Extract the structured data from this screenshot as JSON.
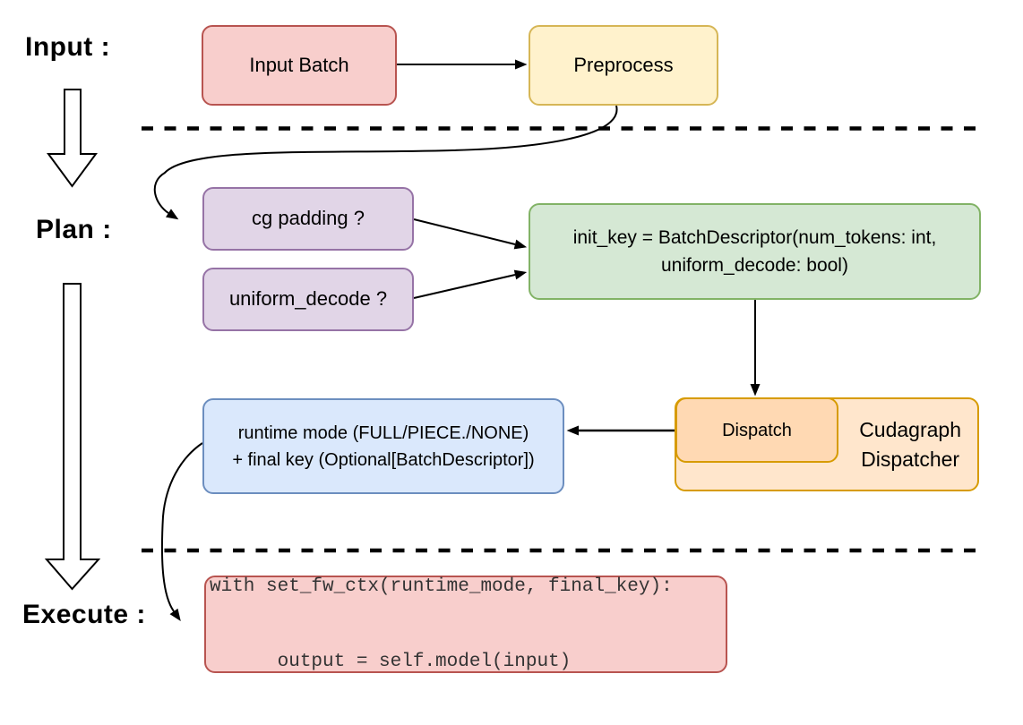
{
  "stage_labels": {
    "input": "Input :",
    "plan": "Plan :",
    "execute": "Execute :"
  },
  "nodes": {
    "input_batch": {
      "label": "Input Batch"
    },
    "preprocess": {
      "label": "Preprocess"
    },
    "cg_padding": {
      "label": "cg padding ?"
    },
    "uniform_decode": {
      "label": "uniform_decode ?"
    },
    "init_key": {
      "line1": "init_key = BatchDescriptor(num_tokens: int,",
      "line2": "uniform_decode: bool)"
    },
    "runtime_mode": {
      "line1": "runtime mode (FULL/PIECE./NONE)",
      "line2": "+ final key (Optional[BatchDescriptor])"
    },
    "dispatch": {
      "label": "Dispatch"
    },
    "cudagraph_dispatcher": {
      "line1": "Cudagraph",
      "line2": "Dispatcher"
    },
    "execute_code": {
      "line1": "with set_fw_ctx(runtime_mode, final_key):",
      "line2": "      output = self.model(input)"
    }
  },
  "colors": {
    "red_fill": "#F8CECC",
    "red_stroke": "#B85450",
    "yellow_fill": "#FFF2CC",
    "yellow_stroke": "#D6B656",
    "purple_fill": "#E1D5E7",
    "purple_stroke": "#9673A6",
    "green_fill": "#D5E8D4",
    "green_stroke": "#82B366",
    "blue_fill": "#DAE8FC",
    "blue_stroke": "#6C8EBF",
    "orange_fill": "#FFE6CC",
    "orange_stroke": "#D79B00",
    "dispatch_fill": "#FFD9B3",
    "connector": "#000000"
  }
}
